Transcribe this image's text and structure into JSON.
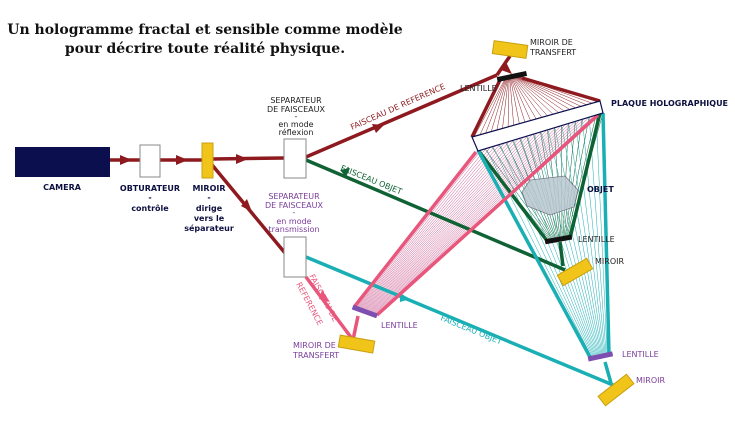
{
  "title": {
    "line1": "Un hologramme fractal et sensible comme modèle",
    "line2": "pour décrire toute réalité physique."
  },
  "labels": {
    "camera": "CAMERA",
    "obturateur": "OBTURATEUR",
    "obturateur_dash": "-",
    "obturateur_sub": "contrôle",
    "miroir": "MIROIR",
    "miroir_dash": "-",
    "miroir_sub1": "dirige",
    "miroir_sub2": "vers le",
    "miroir_sub3": "séparateur",
    "sep1_l1": "SEPARATEUR",
    "sep1_l2": "DE FAISCEAUX",
    "sep1_l3": "-",
    "sep1_l4": "en mode",
    "sep1_l5": "réflexion",
    "sep2_l1": "SEPARATEUR",
    "sep2_l2": "DE FAISCEAUX",
    "sep2_l3": "-",
    "sep2_l4": "en mode",
    "sep2_l5": "transmission",
    "faisceau_ref_top": "FAISCEAU DE REFERENCE",
    "faisceau_objet_green": "FAISCEAU OBJET",
    "miroir_transfert_top_1": "MIROIR DE",
    "miroir_transfert_top_2": "TRANSFERT",
    "lentille_top": "LENTILLE",
    "plaque": "PLAQUE HOLOGRAPHIQUE",
    "objet": "OBJET",
    "lentille_green": "LENTILLE",
    "miroir_green": "MIROIR",
    "faisceau_ref_pink_1": "FAISCEAU DE",
    "faisceau_ref_pink_2": "REFERENCE",
    "lentille_pink": "LENTILLE",
    "miroir_transfert_bottom_1": "MIROIR DE",
    "miroir_transfert_bottom_2": "TRANSFERT",
    "faisceau_objet_cyan": "FAISCEAU OBJET",
    "lentille_cyan": "LENTILLE",
    "miroir_cyan": "MIROIR"
  },
  "colors": {
    "red_beam": "#8e1a1f",
    "green_beam": "#0f6233",
    "cyan_beam": "#1aafb4",
    "pink_beam": "#e8567c",
    "mirror": "#f0c419",
    "camera": "#0c0f4e",
    "lens_purple": "#7c4fb0"
  }
}
